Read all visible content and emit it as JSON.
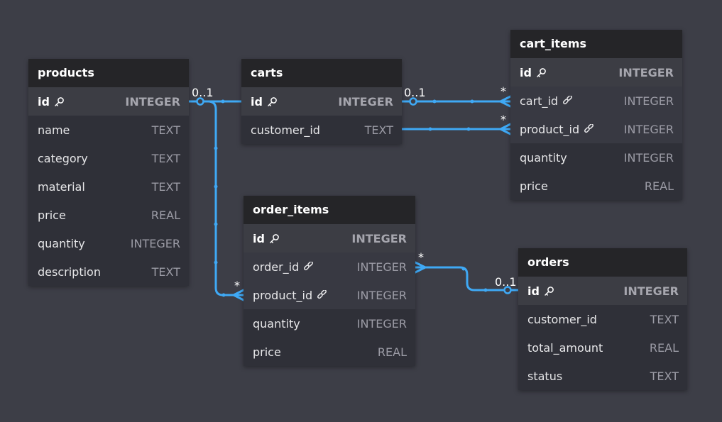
{
  "tables": {
    "products": {
      "title": "products",
      "columns": [
        {
          "name": "id",
          "type": "INTEGER",
          "key": "pk"
        },
        {
          "name": "name",
          "type": "TEXT",
          "key": ""
        },
        {
          "name": "category",
          "type": "TEXT",
          "key": ""
        },
        {
          "name": "material",
          "type": "TEXT",
          "key": ""
        },
        {
          "name": "price",
          "type": "REAL",
          "key": ""
        },
        {
          "name": "quantity",
          "type": "INTEGER",
          "key": ""
        },
        {
          "name": "description",
          "type": "TEXT",
          "key": ""
        }
      ]
    },
    "carts": {
      "title": "carts",
      "columns": [
        {
          "name": "id",
          "type": "INTEGER",
          "key": "pk"
        },
        {
          "name": "customer_id",
          "type": "TEXT",
          "key": ""
        }
      ]
    },
    "cart_items": {
      "title": "cart_items",
      "columns": [
        {
          "name": "id",
          "type": "INTEGER",
          "key": "pk"
        },
        {
          "name": "cart_id",
          "type": "INTEGER",
          "key": "fk"
        },
        {
          "name": "product_id",
          "type": "INTEGER",
          "key": "fk"
        },
        {
          "name": "quantity",
          "type": "INTEGER",
          "key": ""
        },
        {
          "name": "price",
          "type": "REAL",
          "key": ""
        }
      ]
    },
    "order_items": {
      "title": "order_items",
      "columns": [
        {
          "name": "id",
          "type": "INTEGER",
          "key": "pk"
        },
        {
          "name": "order_id",
          "type": "INTEGER",
          "key": "fk"
        },
        {
          "name": "product_id",
          "type": "INTEGER",
          "key": "fk"
        },
        {
          "name": "quantity",
          "type": "INTEGER",
          "key": ""
        },
        {
          "name": "price",
          "type": "REAL",
          "key": ""
        }
      ]
    },
    "orders": {
      "title": "orders",
      "columns": [
        {
          "name": "id",
          "type": "INTEGER",
          "key": "pk"
        },
        {
          "name": "customer_id",
          "type": "TEXT",
          "key": ""
        },
        {
          "name": "total_amount",
          "type": "REAL",
          "key": ""
        },
        {
          "name": "status",
          "type": "TEXT",
          "key": ""
        }
      ]
    }
  },
  "relations": {
    "products_carts": {
      "from": "products.id",
      "to": "carts.id",
      "from_card": "0..1",
      "to_card": ""
    },
    "carts_cart_items": {
      "from": "carts.id",
      "to": "cart_items.cart_id",
      "from_card": "0..1",
      "to_card": "*"
    },
    "carts_customer_cart_items": {
      "from": "carts.customer_id",
      "to": "cart_items.product_id",
      "from_card": "",
      "to_card": "*"
    },
    "products_order_items": {
      "from": "products.id",
      "to": "order_items.product_id",
      "from_card": "",
      "to_card": "*"
    },
    "order_items_orders": {
      "from": "order_items.order_id",
      "to": "orders.id",
      "from_card": "*",
      "to_card": "0..1"
    }
  },
  "colors": {
    "background": "#3d3e47",
    "table_header": "#252528",
    "relation_line": "#3fa9f5"
  },
  "icons": {
    "primary_key": "key-icon",
    "foreign_key": "link-icon"
  }
}
